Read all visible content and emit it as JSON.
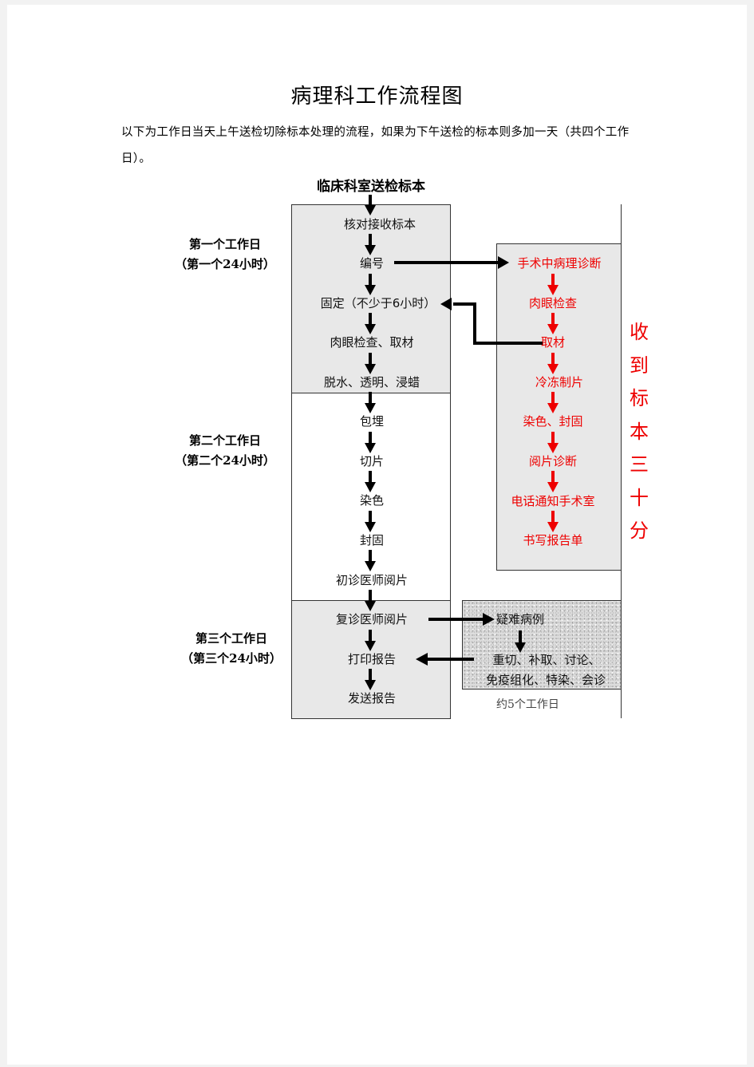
{
  "title": "病理科工作流程图",
  "intro": "以下为工作日当天上午送检切除标本处理的流程，如果为下午送检的标本则多加一天（共四个工作日）。",
  "start_label": "临床科室送检标本",
  "days": [
    {
      "name": "第一个工作日",
      "hours": "（第一个24小时）"
    },
    {
      "name": "第二个工作日",
      "hours": "（第二个24小时）"
    },
    {
      "name": "第三个工作日",
      "hours": "（第三个24小时）"
    }
  ],
  "main_steps": [
    "核对接收标本",
    "编号",
    "固定（不少于6小时）",
    "肉眼检查、取材",
    "脱水、透明、浸蜡",
    "包埋",
    "切片",
    "染色",
    "封固",
    "初诊医师阅片",
    "复诊医师阅片",
    "打印报告",
    "发送报告"
  ],
  "frozen_steps": [
    "手术中病理诊断",
    "肉眼检查",
    "取材",
    "冷冻制片",
    "染色、封固",
    "阅片诊断",
    "电话通知手术室",
    "书写报告单"
  ],
  "frozen_note": "收到标本三十分",
  "difficult": {
    "title": "疑难病例",
    "line1": "重切、补取、讨论、",
    "line2": "免疫组化、特染、会诊",
    "duration": "约5个工作日"
  },
  "colors": {
    "accent": "#ee0000",
    "box_gray": "#e8e8e8",
    "line": "#000000"
  }
}
